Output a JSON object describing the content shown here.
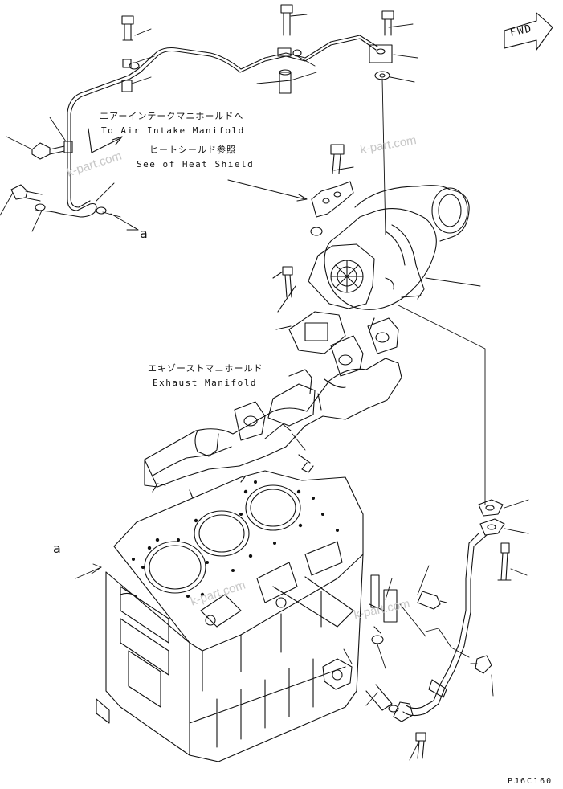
{
  "labels": {
    "air_intake_jp": "エアーインテークマニホールドへ",
    "air_intake_en": "To Air Intake Manifold",
    "heat_shield_jp": "ヒートシールド参照",
    "heat_shield_en": "See of Heat Shield",
    "exhaust_jp": "エキゾーストマニホールド",
    "exhaust_en": "Exhaust Manifold",
    "ref_a_upper": "a",
    "ref_a_lower": "a",
    "fwd": "FWD",
    "drawing_code": "PJ6C160"
  },
  "watermarks": [
    "k-part.com",
    "k-part.com",
    "k-part.com",
    "k-part.com"
  ],
  "colors": {
    "line": "#111111",
    "watermark": "#c7c7c7",
    "background": "#ffffff"
  }
}
